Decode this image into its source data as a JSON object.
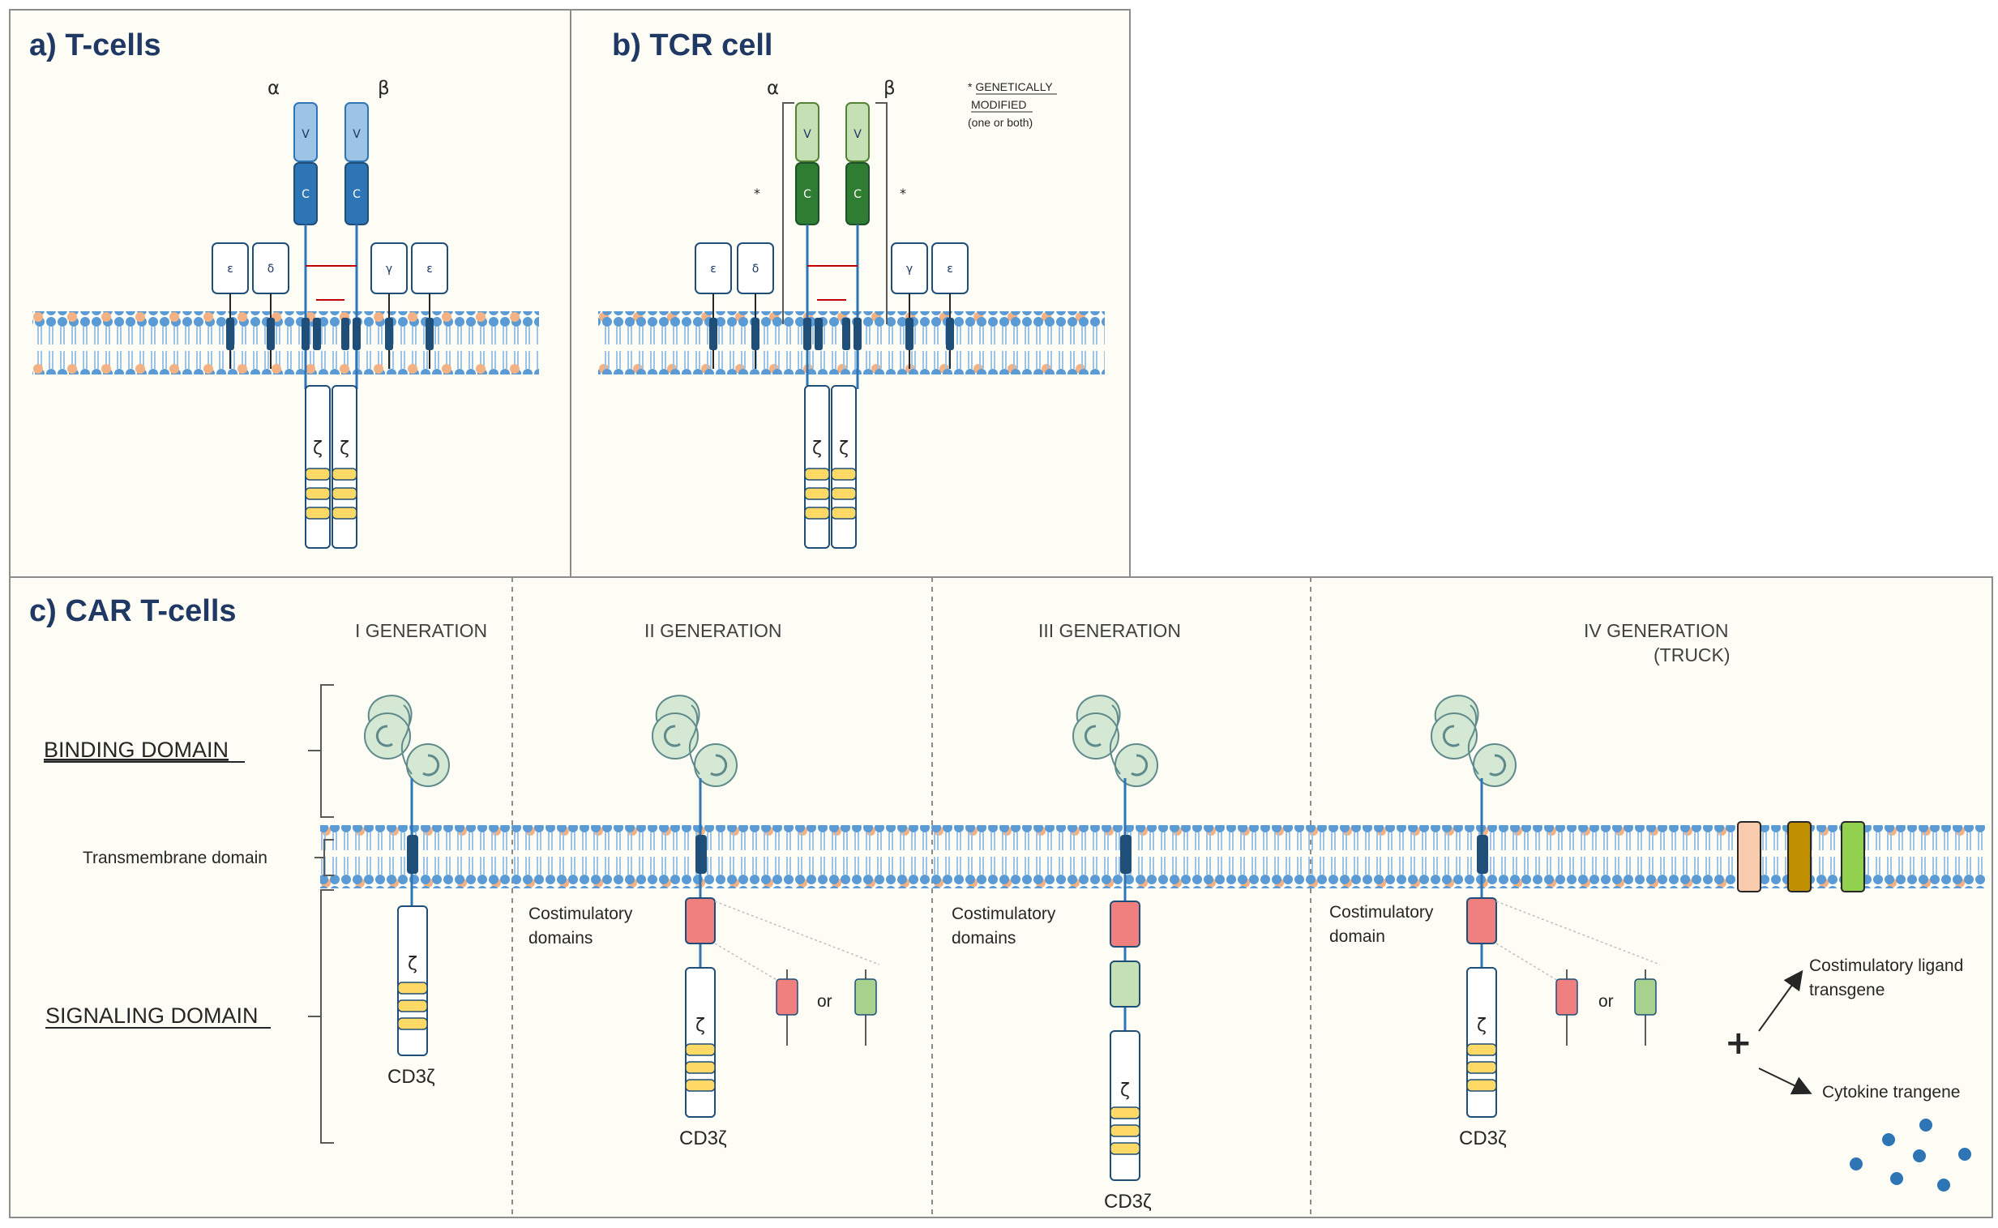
{
  "panels": {
    "a": {
      "title": "a) T-cells",
      "alpha": "α",
      "beta": "β",
      "v": "V",
      "c": "C",
      "cd3": [
        "ε",
        "δ",
        "γ",
        "ε"
      ],
      "zeta": "ζ"
    },
    "b": {
      "title": "b) TCR cell",
      "alpha": "α",
      "beta": "β",
      "v": "V",
      "c": "C",
      "cd3": [
        "ε",
        "δ",
        "γ",
        "ε"
      ],
      "zeta": "ζ",
      "star": "*",
      "note": {
        "line1": "* GENETICALLY",
        "line2": "MODIFIED",
        "line3": "(one or both)"
      }
    },
    "c": {
      "title": "c) CAR T-cells",
      "domains": {
        "binding": "BINDING DOMAIN",
        "transmembrane": "Transmembrane domain",
        "signaling": "SIGNALING DOMAIN"
      },
      "generations": [
        {
          "title": "I GENERATION",
          "subtitle": "",
          "cd3": "CD3ζ",
          "zeta": "ζ"
        },
        {
          "title": "II GENERATION",
          "subtitle": "",
          "costim": [
            "Costimulatory",
            "domains"
          ],
          "or": "or",
          "cd3": "CD3ζ",
          "zeta": "ζ"
        },
        {
          "title": "III GENERATION",
          "subtitle": "",
          "costim": [
            "Costimulatory",
            "domains"
          ],
          "cd3": "CD3ζ",
          "zeta": "ζ"
        },
        {
          "title": "IV GENERATION",
          "subtitle": "(TRUCK)",
          "costim": [
            "Costimulatory",
            "domain"
          ],
          "or": "or",
          "cd3": "CD3ζ",
          "zeta": "ζ",
          "plus": "+",
          "ligand": [
            "Costimulatory ligand",
            "transgene"
          ],
          "cytokine": "Cytokine trangene"
        }
      ]
    }
  },
  "colors": {
    "background": "#fefdf5",
    "border": "#8c8c8c",
    "title": "#1f3864",
    "membrane_head_blue": "#5b9bd5",
    "membrane_head_pink": "#f4b183",
    "membrane_tail": "#9dc3e6",
    "tcr_light": "#9dc3e6",
    "tcr_dark": "#2e75b6",
    "tcr_mod_light": "#c5e0b4",
    "tcr_mod_dark": "#2e7d32",
    "itam_yellow": "#ffd966",
    "costim_red": "#f08080",
    "costim_green": "#a9d18e",
    "scfv_fill": "#d5e8d4",
    "scfv_stroke": "#5f8a8b",
    "transmembrane": "#1f4e79",
    "truck_peach": "#f8cbad",
    "truck_gold": "#bf8f00",
    "truck_green": "#92d050",
    "cytokine_dot": "#2e75b6",
    "disulfide": "#c00000"
  },
  "icons": [
    "lipid-bilayer",
    "scfv-binding",
    "itam-segment",
    "cytokine-dot",
    "arrow"
  ]
}
